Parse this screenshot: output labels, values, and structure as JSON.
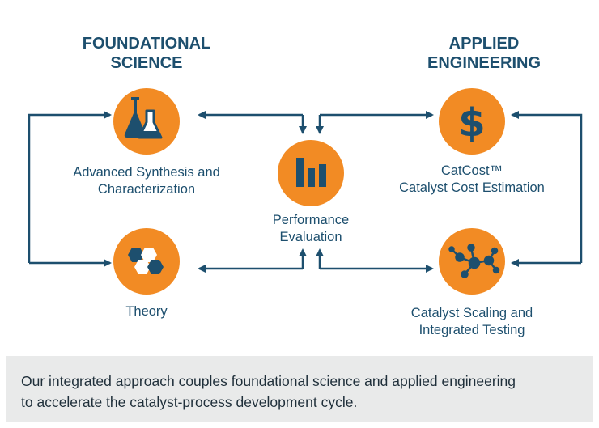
{
  "colors": {
    "accent_orange": "#f28b24",
    "navy": "#1d4f6e",
    "caption_bg": "#e9eaea",
    "caption_text": "#1f2f3a"
  },
  "headings": {
    "left": "FOUNDATIONAL\nSCIENCE",
    "right": "APPLIED\nENGINEERING"
  },
  "nodes": {
    "synthesis": {
      "icon": "flask-icon",
      "label": "Advanced Synthesis and\nCharacterization"
    },
    "theory": {
      "icon": "hexagon-cluster-icon",
      "label": "Theory"
    },
    "performance": {
      "icon": "bar-chart-icon",
      "label": "Performance\nEvaluation"
    },
    "catcost": {
      "icon": "dollar-icon",
      "label": "CatCost™\nCatalyst Cost Estimation"
    },
    "scaling": {
      "icon": "network-nodes-icon",
      "label": "Catalyst Scaling and\nIntegrated Testing"
    }
  },
  "caption": "Our integrated approach couples foundational science and applied engineering\nto accelerate the catalyst-process development cycle."
}
